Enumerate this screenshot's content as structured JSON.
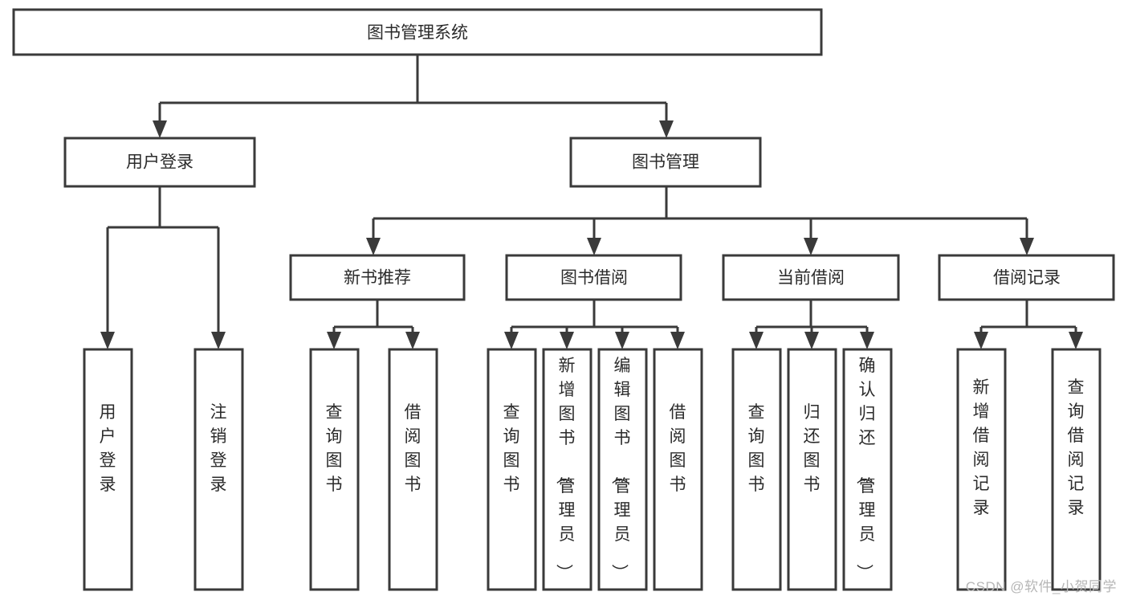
{
  "diagram": {
    "title": "图书管理系统",
    "type": "tree-hierarchy-chart",
    "root": {
      "label": "图书管理系统"
    },
    "level2": [
      {
        "label": "用户登录"
      },
      {
        "label": "图书管理"
      }
    ],
    "level3": [
      {
        "label": "新书推荐"
      },
      {
        "label": "图书借阅"
      },
      {
        "label": "当前借阅"
      },
      {
        "label": "借阅记录"
      }
    ],
    "leaves": {
      "user_login": [
        {
          "label": "用户登录"
        },
        {
          "label": "注销登录"
        }
      ],
      "new_book_recommend": [
        {
          "label": "查询图书"
        },
        {
          "label": "借阅图书"
        }
      ],
      "book_borrow": [
        {
          "label": "查询图书"
        },
        {
          "label": "新增图书（管理员）"
        },
        {
          "label": "编辑图书（管理员）"
        },
        {
          "label": "借阅图书"
        }
      ],
      "current_borrow": [
        {
          "label": "查询图书"
        },
        {
          "label": "归还图书"
        },
        {
          "label": "确认归还（管理员）"
        }
      ],
      "borrow_record": [
        {
          "label": "新增借阅记录"
        },
        {
          "label": "查询借阅记录"
        }
      ]
    }
  },
  "watermark": {
    "text": "CSDN @软件_小贺同学"
  },
  "colors": {
    "stroke": "#3a3a3a",
    "box_fill": "#ffffff",
    "text": "#2b2b2b",
    "watermark": "#b6b6b6",
    "background": "#ffffff"
  }
}
